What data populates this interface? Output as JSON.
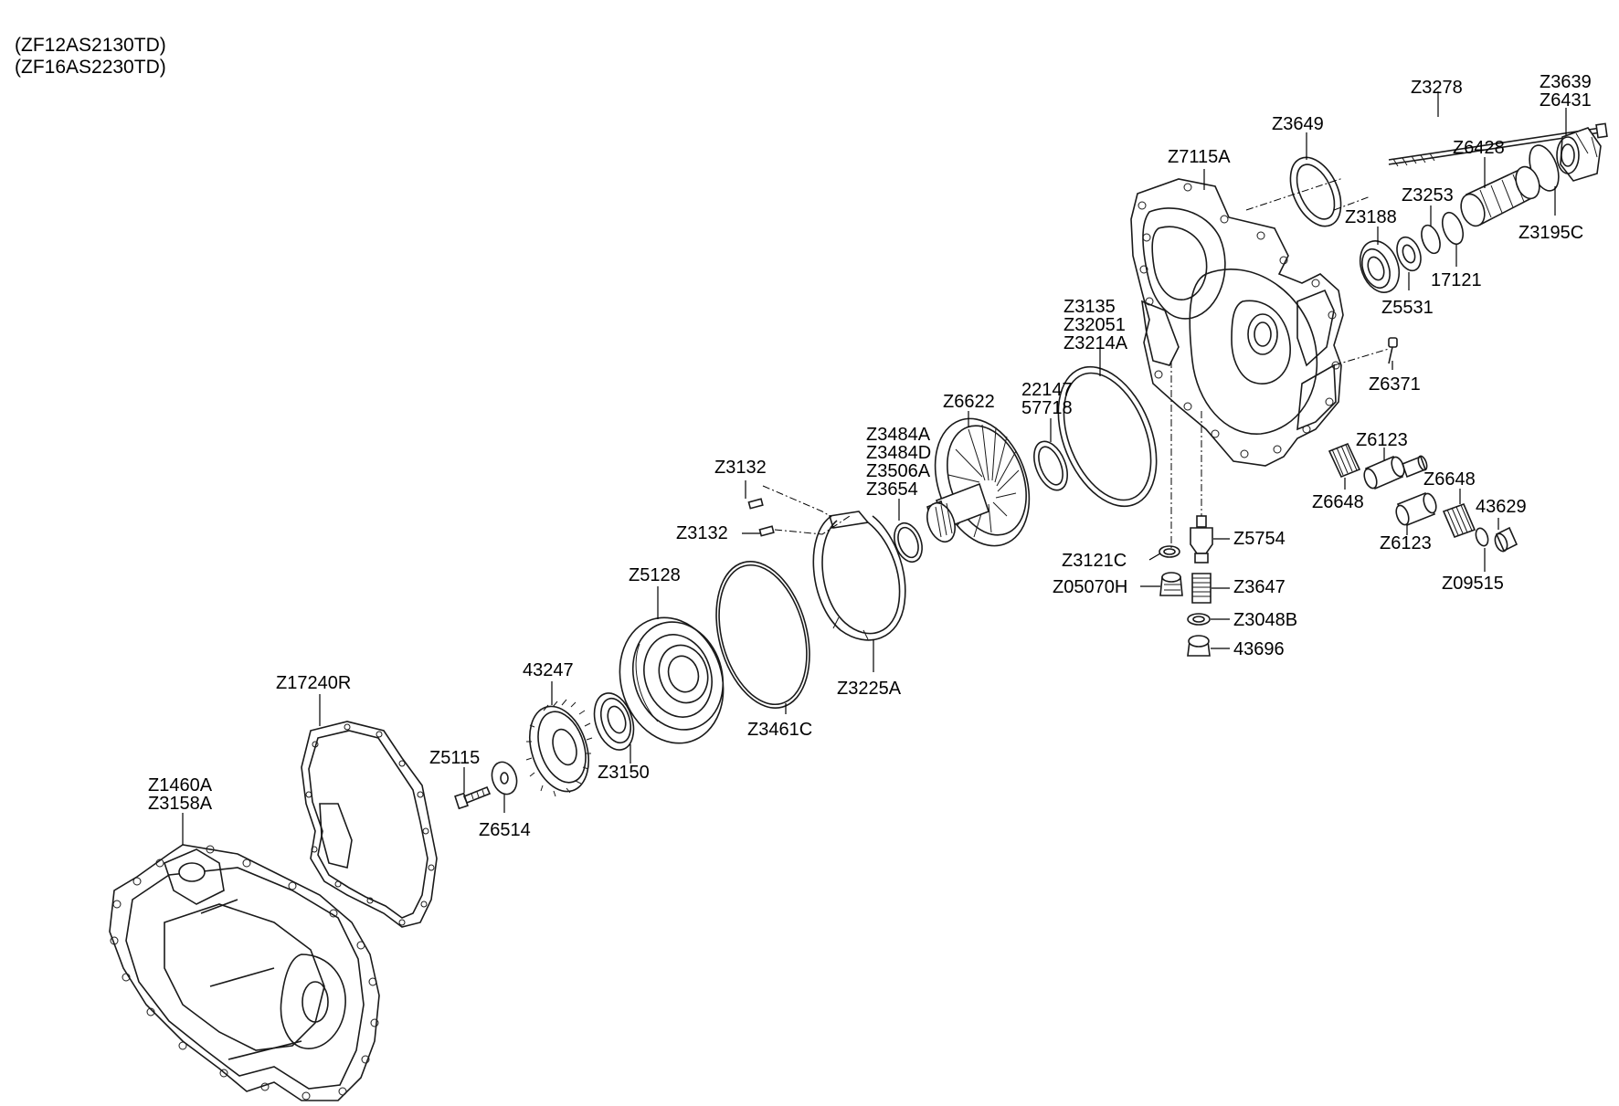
{
  "header": {
    "line1": "(ZF12AS2130TD)",
    "line2": "(ZF16AS2230TD)"
  },
  "callouts": {
    "z3639": "Z3639",
    "z6431": "Z6431",
    "z3278": "Z3278",
    "z3649": "Z3649",
    "z7115a": "Z7115A",
    "z6428": "Z6428",
    "z3253": "Z3253",
    "z3188": "Z3188",
    "z3195c": "Z3195C",
    "p17121": "17121",
    "z5531": "Z5531",
    "z3135": "Z3135",
    "z32051": "Z32051",
    "z3214a": "Z3214A",
    "z6371": "Z6371",
    "p22147": "22147",
    "p57718": "57718",
    "z6622": "Z6622",
    "z3484a": "Z3484A",
    "z3484d": "Z3484D",
    "z3506a": "Z3506A",
    "z3654": "Z3654",
    "z6123_top": "Z6123",
    "z3132_top": "Z3132",
    "z6648_right": "Z6648",
    "z6648_left": "Z6648",
    "p43629": "43629",
    "z3132_mid": "Z3132",
    "z5754": "Z5754",
    "z6123_bottom": "Z6123",
    "z3121c": "Z3121C",
    "z5128": "Z5128",
    "z09515": "Z09515",
    "z05070h": "Z05070H",
    "z3647": "Z3647",
    "z3048b": "Z3048B",
    "p43696": "43696",
    "z17240r": "Z17240R",
    "p43247": "43247",
    "z3225a": "Z3225A",
    "z3461c": "Z3461C",
    "z5115": "Z5115",
    "z3150": "Z3150",
    "z1460a": "Z1460A",
    "z3158a": "Z3158A",
    "z6514": "Z6514"
  }
}
